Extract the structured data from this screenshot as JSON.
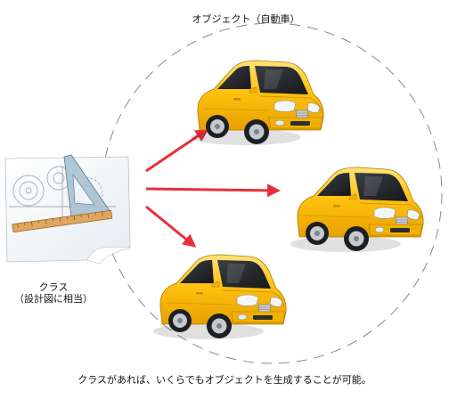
{
  "object_title": "オブジェクト（自動車）",
  "class_label_line1": "クラス",
  "class_label_line2": "（設計図に相当）",
  "caption": "クラスがあれば、いくらでもオブジェクトを生成することが可能。",
  "colors": {
    "arrow": "#e8303a",
    "car_body": "#ffc20e",
    "dashed_circle": "#888888",
    "blueprint": "#6f8fa8"
  },
  "icons": [
    "blueprint-icon",
    "car-icon"
  ]
}
